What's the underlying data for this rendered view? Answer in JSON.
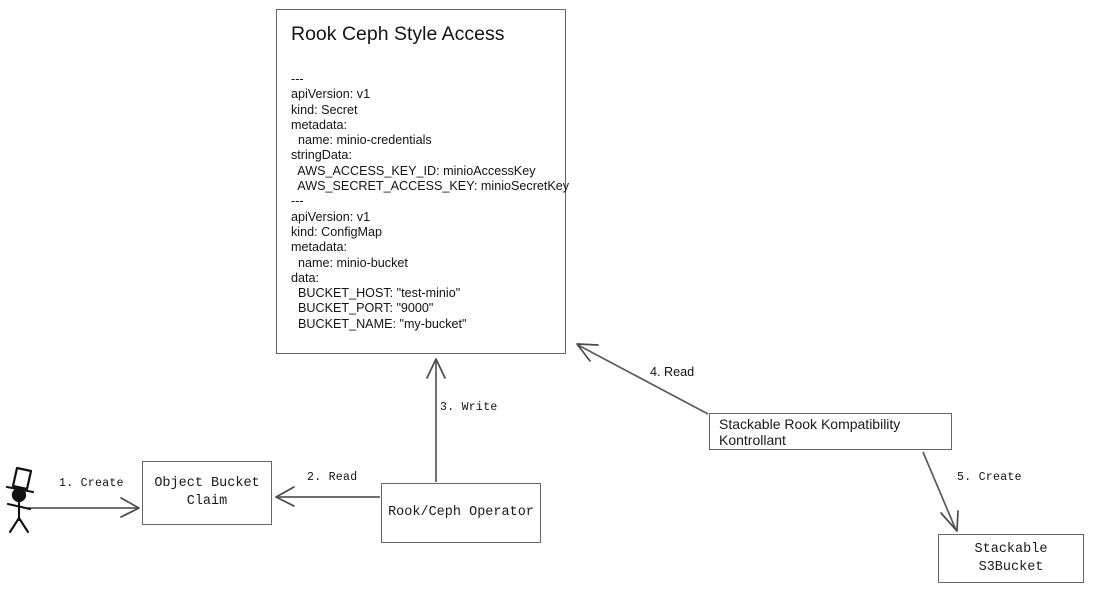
{
  "diagram": {
    "title_card": {
      "title": "Rook Ceph Style Access",
      "yaml": "---\napiVersion: v1\nkind: Secret\nmetadata:\n  name: minio-credentials\nstringData:\n  AWS_ACCESS_KEY_ID: minioAccessKey\n  AWS_SECRET_ACCESS_KEY: minioSecretKey\n---\napiVersion: v1\nkind: ConfigMap\nmetadata:\n  name: minio-bucket\ndata:\n  BUCKET_HOST: \"test-minio\"\n  BUCKET_PORT: \"9000\"\n  BUCKET_NAME: \"my-bucket\""
    },
    "nodes": {
      "actor": "user-actor",
      "object_bucket_claim": "Object Bucket\nClaim",
      "rook_ceph_operator": "Rook/Ceph Operator",
      "skkk": "Stackable Rook Kompatibility Kontrollant",
      "s3bucket": "Stackable S3Bucket"
    },
    "edges": {
      "e1": "1. Create",
      "e2": "2. Read",
      "e3": "3. Write",
      "e4": "4. Read",
      "e5": "5. Create"
    },
    "colors": {
      "node_border": "#666666",
      "edge": "#5a5a5a",
      "text": "#141414",
      "background": "#ffffff"
    }
  }
}
